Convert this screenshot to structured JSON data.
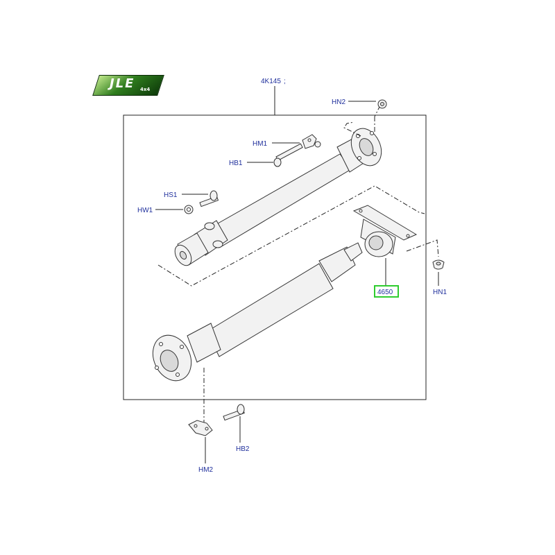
{
  "logo": {
    "text": "JLE",
    "subtext": "4x4",
    "bg_color": "#1f6b1a",
    "accent": "#8fd14f"
  },
  "callouts": {
    "assembly": "4K145",
    "assembly_mark": ";",
    "hn2": "HN2",
    "hm1": "HM1",
    "hb1": "HB1",
    "hs1": "HS1",
    "hw1": "HW1",
    "hn1": "HN1",
    "selected": "4650",
    "hb2": "HB2",
    "hm2": "HM2"
  },
  "colors": {
    "callout_text": "#1f2f9c",
    "highlight_box": "#2ecc2e"
  }
}
